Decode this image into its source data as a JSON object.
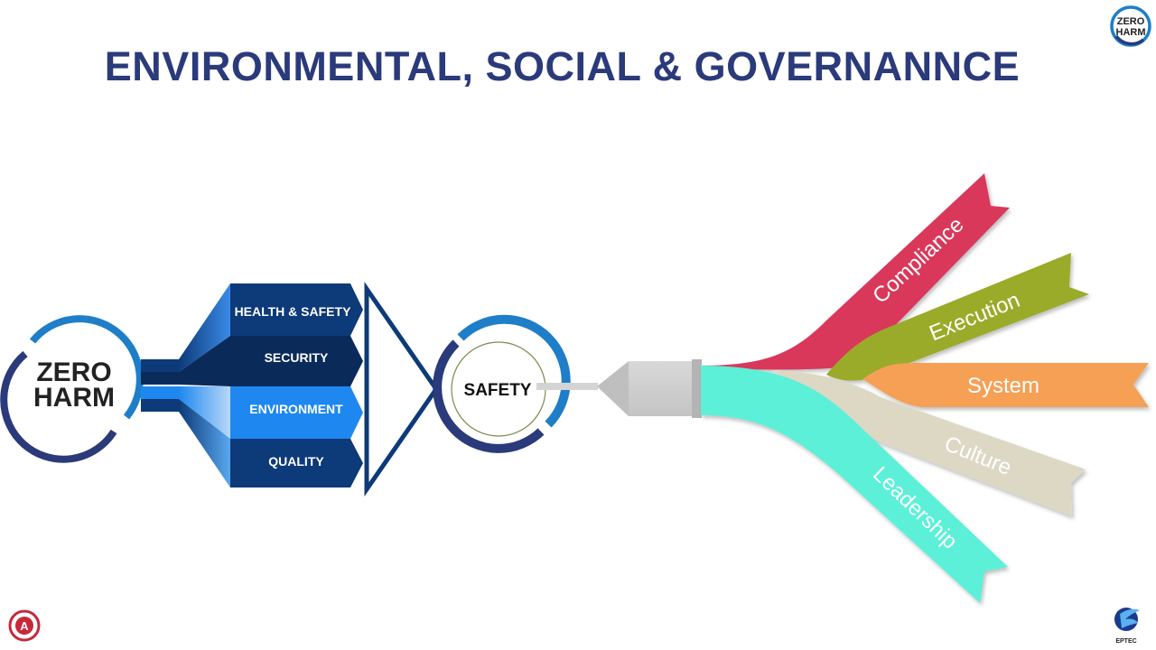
{
  "slide": {
    "title": "ENVIRONMENTAL, SOCIAL & GOVERNANNCE"
  },
  "logos": {
    "top_right": {
      "line1": "ZERO",
      "line2": "HARM"
    },
    "bottom_left": {
      "glyph": "A"
    },
    "bottom_right": {
      "text": "EPTEC"
    }
  },
  "zero_harm_circle": {
    "line1": "ZERO",
    "line2": "HARM"
  },
  "pillars": [
    {
      "label": "HEALTH & SAFETY",
      "color": "#0d3a78"
    },
    {
      "label": "SECURITY",
      "color": "#0a2a5a"
    },
    {
      "label": "ENVIRONMENT",
      "color": "#1e88f0"
    },
    {
      "label": "QUALITY",
      "color": "#0d3a78"
    }
  ],
  "safety_circle": {
    "label": "SAFETY"
  },
  "ribbons": [
    {
      "label": "Compliance",
      "color": "#d9375a"
    },
    {
      "label": "Execution",
      "color": "#9aab2a"
    },
    {
      "label": "System",
      "color": "#f5a055"
    },
    {
      "label": "Culture",
      "color": "#dcd8c4"
    },
    {
      "label": "Leadership",
      "color": "#5cf0d8"
    }
  ],
  "colors": {
    "title": "#2a3a7a",
    "navy": "#2a3a7a",
    "ring_light": "#1e7ec8",
    "ring_dark": "#2a3a7a"
  }
}
